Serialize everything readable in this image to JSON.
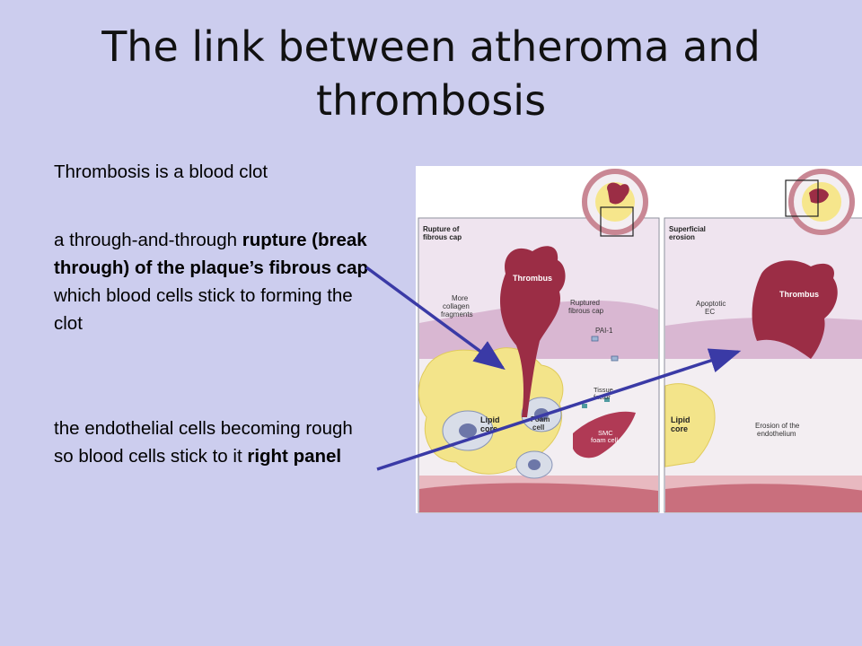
{
  "title": "The link between atheroma and thrombosis",
  "text_blocks": [
    {
      "runs": [
        {
          "text": "Thrombosis is a blood clot",
          "bold": false
        }
      ]
    },
    {
      "runs": [
        {
          "text": "a through-and-through ",
          "bold": false
        },
        {
          "text": "rupture (break through) of the plaque’s fibrous cap",
          "bold": true
        },
        {
          "text": " which blood cells stick to forming the clot",
          "bold": false
        }
      ]
    },
    {
      "runs": [
        {
          "text": "the endothelial cells becoming rough so blood cells stick to it ",
          "bold": false
        },
        {
          "text": "right panel",
          "bold": true
        }
      ]
    }
  ],
  "figure": {
    "left_panel": {
      "heading": "Rupture of fibrous cap",
      "labels": {
        "more_collagen": "More collagen fragments",
        "thrombus": "Thrombus",
        "ruptured_cap": "Ruptured fibrous cap",
        "pai1": "PAI-1",
        "tissue_factor": "Tissue factor",
        "foam_cell": "Foam cell",
        "lipid_core": "Lipid core",
        "smc_foam_cell": "SMC foam cell"
      }
    },
    "right_panel": {
      "heading": "Superficial erosion",
      "labels": {
        "apoptotic_ec": "Apoptotic EC",
        "thrombus": "Thrombus",
        "erosion": "Erosion of the endothelium",
        "lipid_core": "Lipid core"
      }
    }
  },
  "colors": {
    "background": "#cccdee",
    "arrow": "#3a3aa6",
    "thrombus": "#9b2d45",
    "lipid": "#f3e48a"
  }
}
